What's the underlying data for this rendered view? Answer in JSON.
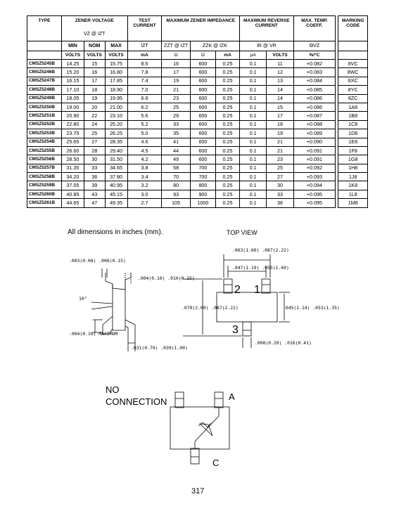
{
  "table": {
    "headers": {
      "type": "TYPE",
      "zener_voltage": "ZENER VOLTAGE",
      "vz_sym": "VZ @ IZT",
      "test_current": "TEST CURRENT",
      "max_zener_impedance": "MAXIMUM ZENER IMPEDANCE",
      "max_reverse_current": "MAXIMUM REVERSE CURRENT",
      "max_temp_coeff": "MAX. TEMP. COEFF.",
      "marking_code": "MARKING CODE",
      "min": "MIN",
      "nom": "NOM",
      "max": "MAX",
      "izt": "IZT",
      "zzt": "ZZT @ IZT",
      "zzk": "ZZK @ IZK",
      "ir": "IR @ VR",
      "theta_vz": "ΘVZ"
    },
    "units": [
      "VOLTS",
      "VOLTS",
      "VOLTS",
      "mA",
      "Ω",
      "Ω",
      "mA",
      "µA",
      "VOLTS",
      "%/°C"
    ],
    "rows": [
      [
        "CMSZ5245B",
        "14.25",
        "15",
        "15.75",
        "8.5",
        "16",
        "600",
        "0.25",
        "0.1",
        "11",
        "+0.082",
        "8VC"
      ],
      [
        "CMSZ5246B",
        "15.20",
        "16",
        "16.80",
        "7.8",
        "17",
        "600",
        "0.25",
        "0.1",
        "12",
        "+0.083",
        "8WC"
      ],
      [
        "CMSZ5247B",
        "16.15",
        "17",
        "17.85",
        "7.4",
        "19",
        "600",
        "0.25",
        "0.1",
        "13",
        "+0.084",
        "8XC"
      ],
      [
        "CMSZ5248B",
        "17.10",
        "18",
        "18.90",
        "7.0",
        "21",
        "600",
        "0.25",
        "0.1",
        "14",
        "+0.085",
        "8YC"
      ],
      [
        "CMSZ5249B",
        "18.05",
        "19",
        "19.95",
        "6.6",
        "23",
        "600",
        "0.25",
        "0.1",
        "14",
        "+0.086",
        "8ZC"
      ],
      [
        "CMSZ5250B",
        "19.00",
        "20",
        "21.00",
        "6.2",
        "25",
        "600",
        "0.25",
        "0.1",
        "15",
        "+0.086",
        "1A8"
      ],
      [
        "CMSZ5251B",
        "20.90",
        "22",
        "23.10",
        "5.6",
        "29",
        "600",
        "0.25",
        "0.1",
        "17",
        "+0.087",
        "1B8"
      ],
      [
        "CMSZ5252B",
        "22.80",
        "24",
        "25.20",
        "5.2",
        "33",
        "600",
        "0.25",
        "0.1",
        "18",
        "+0.088",
        "1C8"
      ],
      [
        "CMSZ5253B",
        "23.75",
        "25",
        "26.25",
        "5.0",
        "35",
        "600",
        "0.25",
        "0.1",
        "19",
        "+0.089",
        "1D8"
      ],
      [
        "CMSZ5254B",
        "25.65",
        "27",
        "28.35",
        "4.6",
        "41",
        "600",
        "0.25",
        "0.1",
        "21",
        "+0.090",
        "1E8"
      ],
      [
        "CMSZ5255B",
        "26.60",
        "28",
        "29.40",
        "4.5",
        "44",
        "600",
        "0.25",
        "0.1",
        "21",
        "+0.091",
        "1F8"
      ],
      [
        "CMSZ5256B",
        "28.50",
        "30",
        "31.50",
        "4.2",
        "49",
        "600",
        "0.25",
        "0.1",
        "23",
        "+0.091",
        "1G8"
      ],
      [
        "CMSZ5257B",
        "31.35",
        "33",
        "34.65",
        "3.8",
        "58",
        "700",
        "0.25",
        "0.1",
        "25",
        "+0.092",
        "1H8"
      ],
      [
        "CMSZ5258B",
        "34.20",
        "36",
        "37.80",
        "3.4",
        "70",
        "700",
        "0.25",
        "0.1",
        "27",
        "+0.093",
        "1J8"
      ],
      [
        "CMSZ5259B",
        "37.05",
        "39",
        "40.95",
        "3.2",
        "80",
        "800",
        "0.25",
        "0.1",
        "30",
        "+0.094",
        "1K8"
      ],
      [
        "CMSZ5260B",
        "40.85",
        "43",
        "45.15",
        "3.0",
        "93",
        "900",
        "0.25",
        "0.1",
        "33",
        "+0.095",
        "1L8"
      ],
      [
        "CMSZ5261B",
        "44.65",
        "47",
        "49.35",
        "2.7",
        "105",
        "1000",
        "0.25",
        "0.1",
        "36",
        "+0.095",
        "1M8"
      ]
    ]
  },
  "drawing": {
    "note": "All dimensions in inches (mm).",
    "top_view": "TOP VIEW",
    "angle": "10°",
    "dims": {
      "lead_thickness": ".003(0.08) .006(0.15)",
      "lead_width": ".004(0.10) .010(0.25)",
      "standoff": ".004(0.10) MAXIMUM",
      "foot_length": ".031(0.79) .039(1.00)",
      "top_width": ".063(1.60) .087(2.22)",
      "pin_spacing": ".047(1.19) .055(1.40)",
      "body_height": ".079(2.00) .087(2.22)",
      "lead_span": ".045(1.14) .053(1.35)",
      "pin3_width": ".008(0.20) .016(0.41)"
    },
    "pins": [
      "1",
      "2",
      "3"
    ]
  },
  "schematic": {
    "no_connection_1": "NO",
    "no_connection_2": "CONNECTION",
    "anode": "A",
    "cathode": "C"
  },
  "page_number": "317"
}
